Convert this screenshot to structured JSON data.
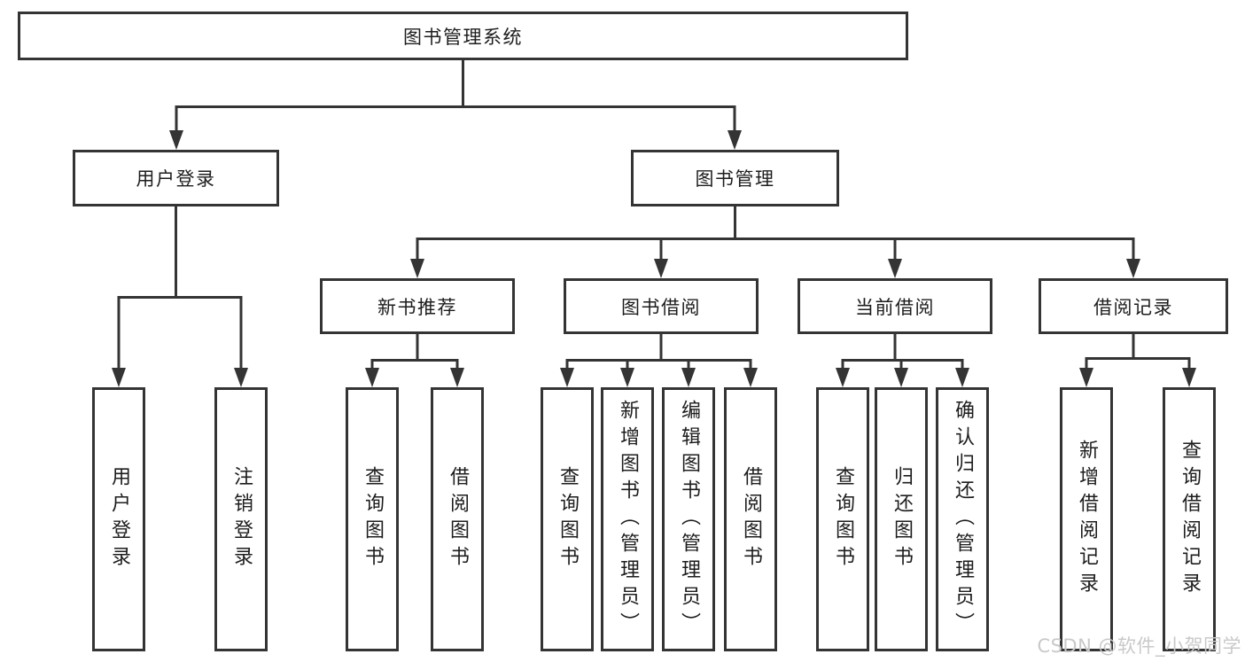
{
  "diagram_title": "图书管理系统",
  "nodes": {
    "root": "图书管理系统",
    "user_login": "用户登录",
    "book_mgmt": "图书管理",
    "login": "用户登录",
    "logout": "注销登录",
    "new_rec": "新书推荐",
    "borrow": "图书借阅",
    "current": "当前借阅",
    "record": "借阅记录",
    "nr_query": "查询图书",
    "nr_borrow": "借阅图书",
    "bw_query": "查询图书",
    "bw_add": "新增图书（管理员）",
    "bw_edit": "编辑图书（管理员）",
    "bw_borrow": "借阅图书",
    "cu_query": "查询图书",
    "cu_return": "归还图书",
    "cu_confirm": "确认归还（管理员）",
    "rc_add": "新增借阅记录",
    "rc_query": "查询借阅记录"
  },
  "watermark": "CSDN @软件_小贺同学",
  "colors": {
    "line": "#343434",
    "text": "#1d1d1d",
    "watermark": "#c9c9c9",
    "background": "#ffffff"
  }
}
